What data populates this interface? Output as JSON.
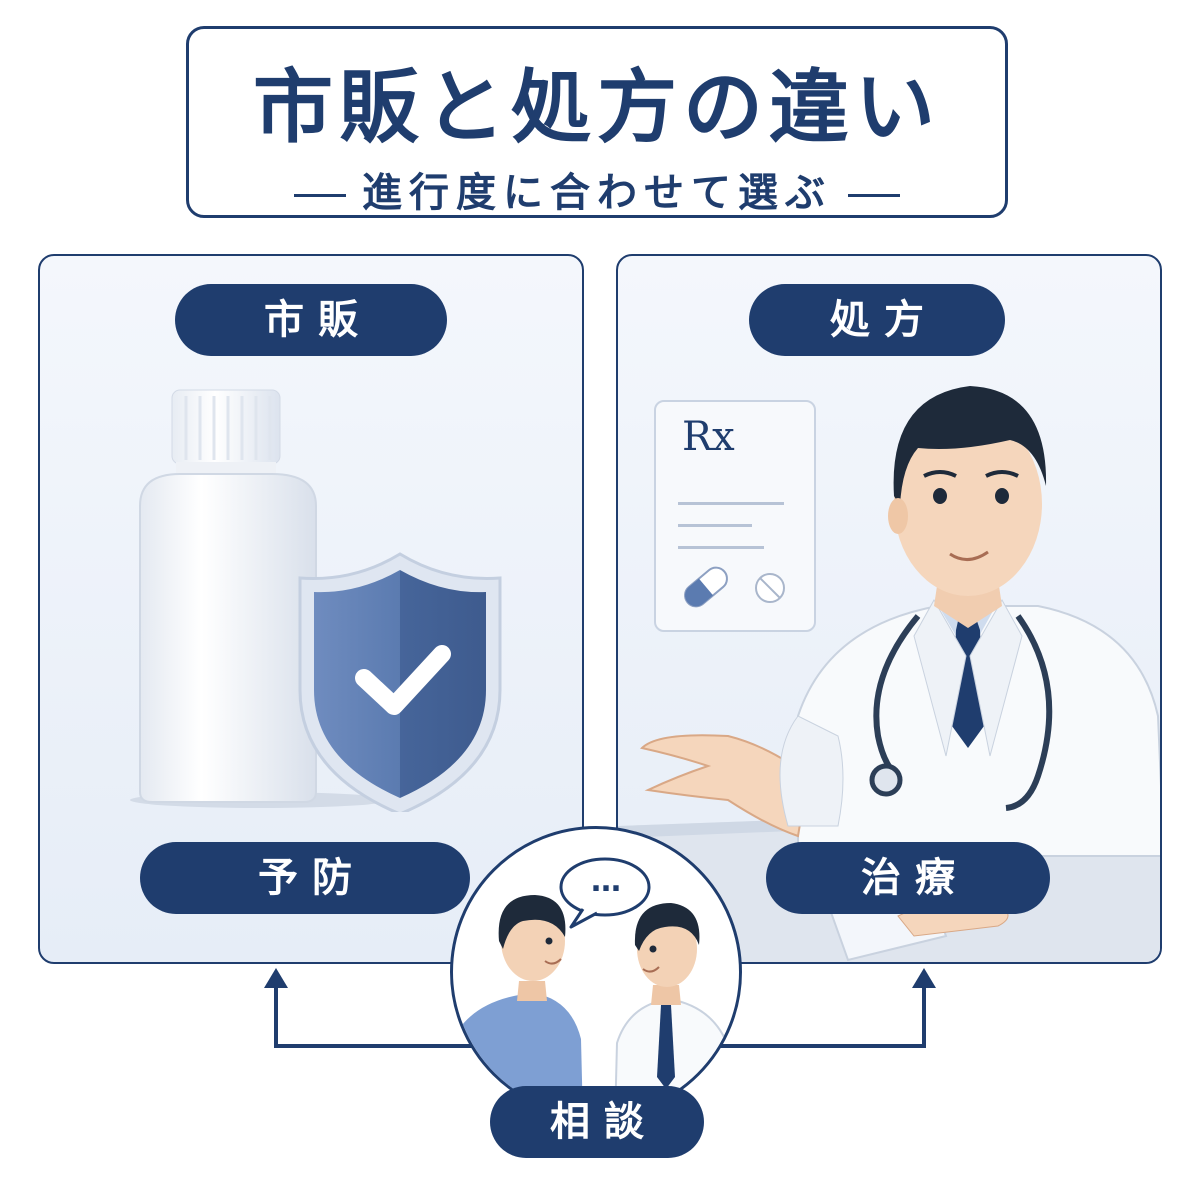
{
  "title": {
    "main": "市販と処方の違い",
    "subtitle": "進行度に合わせて選ぶ"
  },
  "left_panel": {
    "header": "市販",
    "footer": "予防",
    "icons": [
      "bottle-icon",
      "shield-check-icon"
    ]
  },
  "right_panel": {
    "header": "処方",
    "footer": "治療",
    "rx_symbol": "Rx",
    "icons": [
      "prescription-icon",
      "capsule-icon",
      "tablet-icon",
      "doctor-icon",
      "stethoscope-icon"
    ]
  },
  "consult": {
    "label": "相談",
    "bubble": "…",
    "icons": [
      "speech-bubble-icon",
      "patient-icon",
      "doctor-icon"
    ]
  },
  "colors": {
    "navy": "#1f3d6e",
    "shield": "#5b7bb0",
    "panel_bg": "#eef2f9",
    "sweater": "#7e9fd3"
  }
}
